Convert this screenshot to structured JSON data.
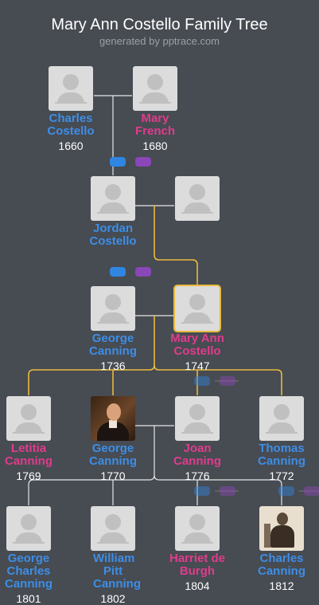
{
  "header": {
    "title": "Mary Ann Costello Family Tree",
    "subtitle": "generated by pptrace.com"
  },
  "people": {
    "charles_costello": {
      "name": "Charles Costello",
      "year": "1660"
    },
    "mary_french": {
      "name": "Mary French",
      "year": "1680"
    },
    "jordan_costello": {
      "name": "Jordan Costello",
      "year": ""
    },
    "jordan_spouse": {
      "name": "",
      "year": ""
    },
    "george_canning_sr": {
      "name": "George Canning",
      "year": "1736"
    },
    "mary_ann_costello": {
      "name": "Mary Ann Costello",
      "year": "1747"
    },
    "letitia_canning": {
      "name": "Letitia Canning",
      "year": "1769"
    },
    "george_canning": {
      "name": "George Canning",
      "year": "1770"
    },
    "joan_canning": {
      "name": "Joan Canning",
      "year": "1776"
    },
    "thomas_canning": {
      "name": "Thomas Canning",
      "year": "1772"
    },
    "george_charles_canning": {
      "name": "George Charles Canning",
      "year": "1801"
    },
    "william_pitt_canning": {
      "name": "William Pitt Canning",
      "year": "1802"
    },
    "harriet_de_burgh": {
      "name": "Harriet de Burgh",
      "year": "1804"
    },
    "charles_canning": {
      "name": "Charles Canning",
      "year": "1812"
    }
  },
  "colors": {
    "background": "#474b52",
    "male": "#3d8ee6",
    "female": "#e03c8c",
    "focus_line": "#e8b93c",
    "plain_line": "#e6e6e6"
  }
}
